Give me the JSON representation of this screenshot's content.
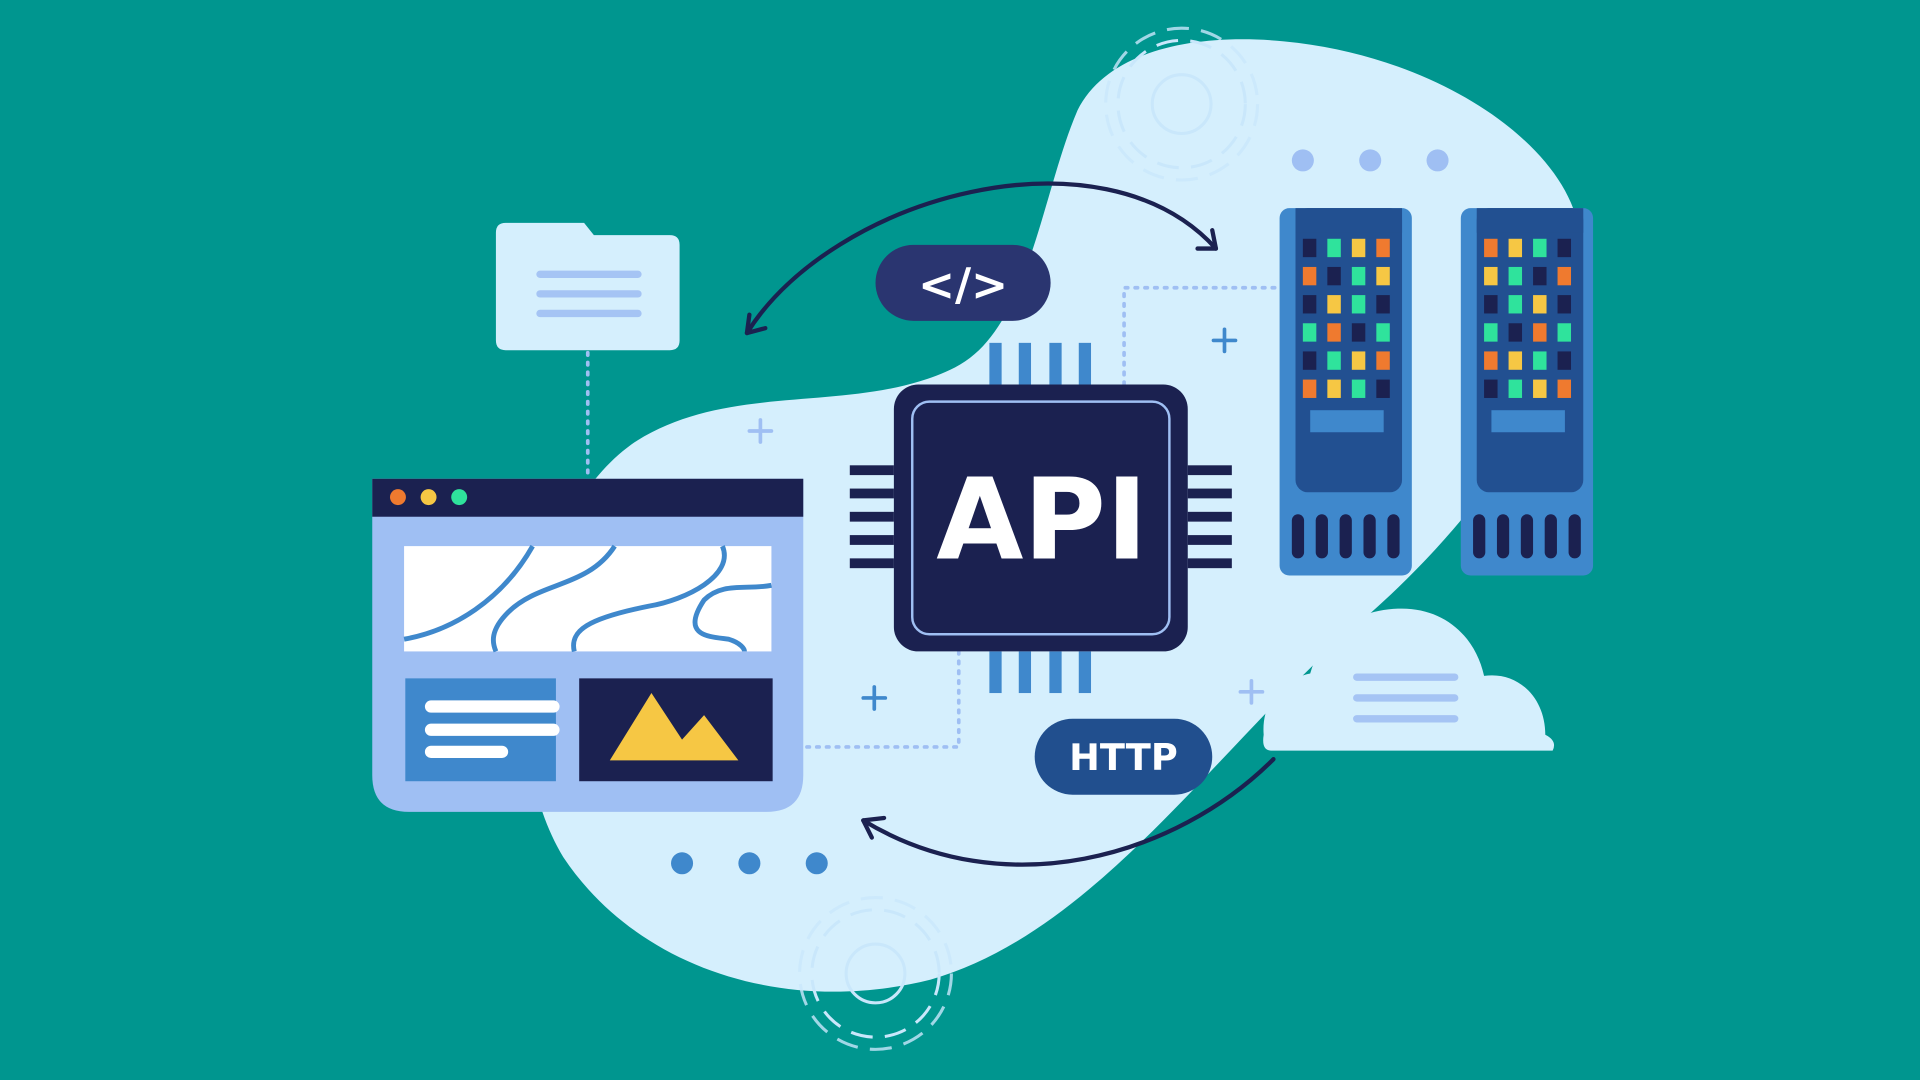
{
  "labels": {
    "code": "</>",
    "api": "API",
    "http": "HTTP"
  },
  "colors": {
    "background": "#00968f",
    "blob": "#d5effd",
    "navy": "#1b2150",
    "blue": "#3f88cc",
    "dark_blue": "#225091",
    "light_blue": "#9fbff3",
    "led_green": "#2fe39c",
    "led_yellow": "#f6c744",
    "led_orange": "#ef7a2f"
  },
  "browser_dots": [
    "#ef7a2f",
    "#f6c744",
    "#2fe39c"
  ],
  "servers": [
    {
      "leds": [
        [
          "n",
          "g",
          "y",
          "o"
        ],
        [
          "o",
          "n",
          "g",
          "y"
        ],
        [
          "n",
          "y",
          "g",
          "n"
        ],
        [
          "g",
          "o",
          "n",
          "g"
        ],
        [
          "n",
          "g",
          "y",
          "o"
        ],
        [
          "o",
          "y",
          "g",
          "n"
        ]
      ]
    },
    {
      "leds": [
        [
          "o",
          "y",
          "g",
          "n"
        ],
        [
          "y",
          "g",
          "n",
          "o"
        ],
        [
          "n",
          "g",
          "y",
          "n"
        ],
        [
          "g",
          "n",
          "o",
          "g"
        ],
        [
          "o",
          "y",
          "g",
          "n"
        ],
        [
          "n",
          "g",
          "y",
          "o"
        ]
      ]
    }
  ]
}
